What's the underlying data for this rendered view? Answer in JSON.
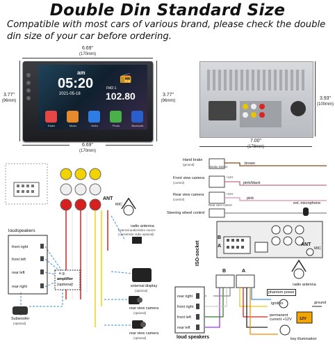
{
  "header": {
    "title": "Double Din Standard Size",
    "subtitle": "Compatible with most cars of various brand, please check the double din size of your car before ordering."
  },
  "front": {
    "width_in": "6.69\"",
    "width_mm": "(170mm)",
    "height_in_left": "3.77\"",
    "height_mm_left": "(96mm)",
    "height_in_right": "3.77\"",
    "height_mm_right": "(96mm)",
    "bottom_in": "6.69\"",
    "bottom_mm": "(170mm)",
    "time_ampm": "am",
    "time": "05:20",
    "date": "2021-05-18",
    "fm_band": "FM2-1",
    "frequency": "102.80",
    "apps": [
      "Radio",
      "Music",
      "Video",
      "Photo",
      "Bluetooth"
    ]
  },
  "back": {
    "height_in": "3.93\"",
    "height_mm": "(100mm)",
    "width_in": "7.00\"",
    "width_mm": "(178mm)"
  },
  "left_diagram": {
    "antenna": "ANT",
    "mic": "MIC",
    "radio_antenna": "radio antenna",
    "ext_audio": "external audio/video source (car/vehicle radio optional)",
    "loudspeakers_title": "loudspeakers",
    "speakers": [
      "front right",
      "front left",
      "rear left",
      "rear right"
    ],
    "amplifier_eg": "e.g.",
    "amplifier": "amplifier",
    "amplifier_opt": "(optional)",
    "subwoofer": "Subwoofer",
    "subwoofer_opt": "(optional)",
    "external_display": "external display",
    "external_display_opt": "(optional)",
    "rear_camera_1": "rear view camera",
    "rear_camera_1_opt": "(optional)",
    "rear_camera_2": "rear view camera",
    "rear_camera_2_opt": "(optional)"
  },
  "right_diagram": {
    "hand_brake": "Hand brake",
    "hand_brake_sub": "(ground)",
    "brake_detect": "Brake Detect",
    "brown": "brown",
    "front_camera": "Front view camera",
    "front_camera_sub": "(control)",
    "front_camera_wire": "+12V",
    "pink_black": "pink/black",
    "rear_camera": "Rear view camera",
    "rear_camera_sub": "(control)",
    "rear_camera_wire": "+12V",
    "rear_cam_control": "Rear cam control",
    "pink": "pink",
    "steering": "Steering wheel control",
    "ext_microphone": "ext. microphone",
    "b_label": "B",
    "a_label": "A",
    "ant": "ANT",
    "mic": "MIC",
    "iso_socket": "ISO-socket",
    "radio_antenna": "radio antenna",
    "phantom_power": "phantom power",
    "ignition": "ignition",
    "permanent": "permanent",
    "permanent_current": "current +12V",
    "ground": "ground",
    "battery": "12V",
    "key_illumination": "key illumination",
    "speakers": [
      "rear right",
      "front right",
      "front left",
      "rear left"
    ],
    "loud_speakers": "loud speakers"
  }
}
